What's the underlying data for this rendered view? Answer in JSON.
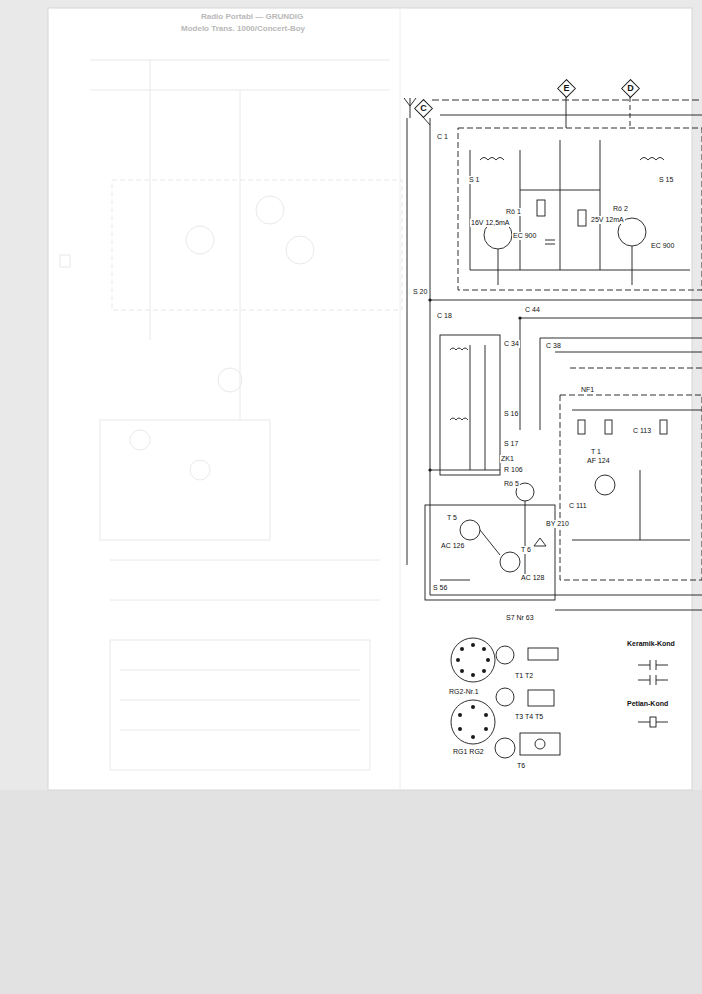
{
  "diagram": {
    "nodes": [
      {
        "text": [
          "C"
        ]
      },
      {
        "text": [
          "E"
        ]
      },
      {
        "text": [
          "D"
        ]
      }
    ],
    "labels": [
      "Radio Portabl — GRUNDIG",
      "Modelo Trans. 1000/Concert-Boy",
      "C 1",
      "S 1",
      "Rö 1",
      "16V 12,5mA",
      "EC 900",
      "Rö 2",
      "25V 12mA",
      "EC 900",
      "S 15",
      "S 20",
      "C 18",
      "C 34",
      "S 16",
      "S 17",
      "C 44",
      "C 38",
      "NF1",
      "ZK1",
      "R 106",
      "Rö 5",
      "T 1",
      "AF 124",
      "C 111",
      "C 113",
      "T 5",
      "AC 126",
      "T 6",
      "AC 128",
      "BY 210",
      "S 56",
      "S7 Nr 63",
      "RG2-Nr.1",
      "RG1 RG2",
      "T1 T2",
      "T3 T4 T5",
      "T6",
      "Keramik-Kond",
      "Petian-Kond"
    ]
  }
}
